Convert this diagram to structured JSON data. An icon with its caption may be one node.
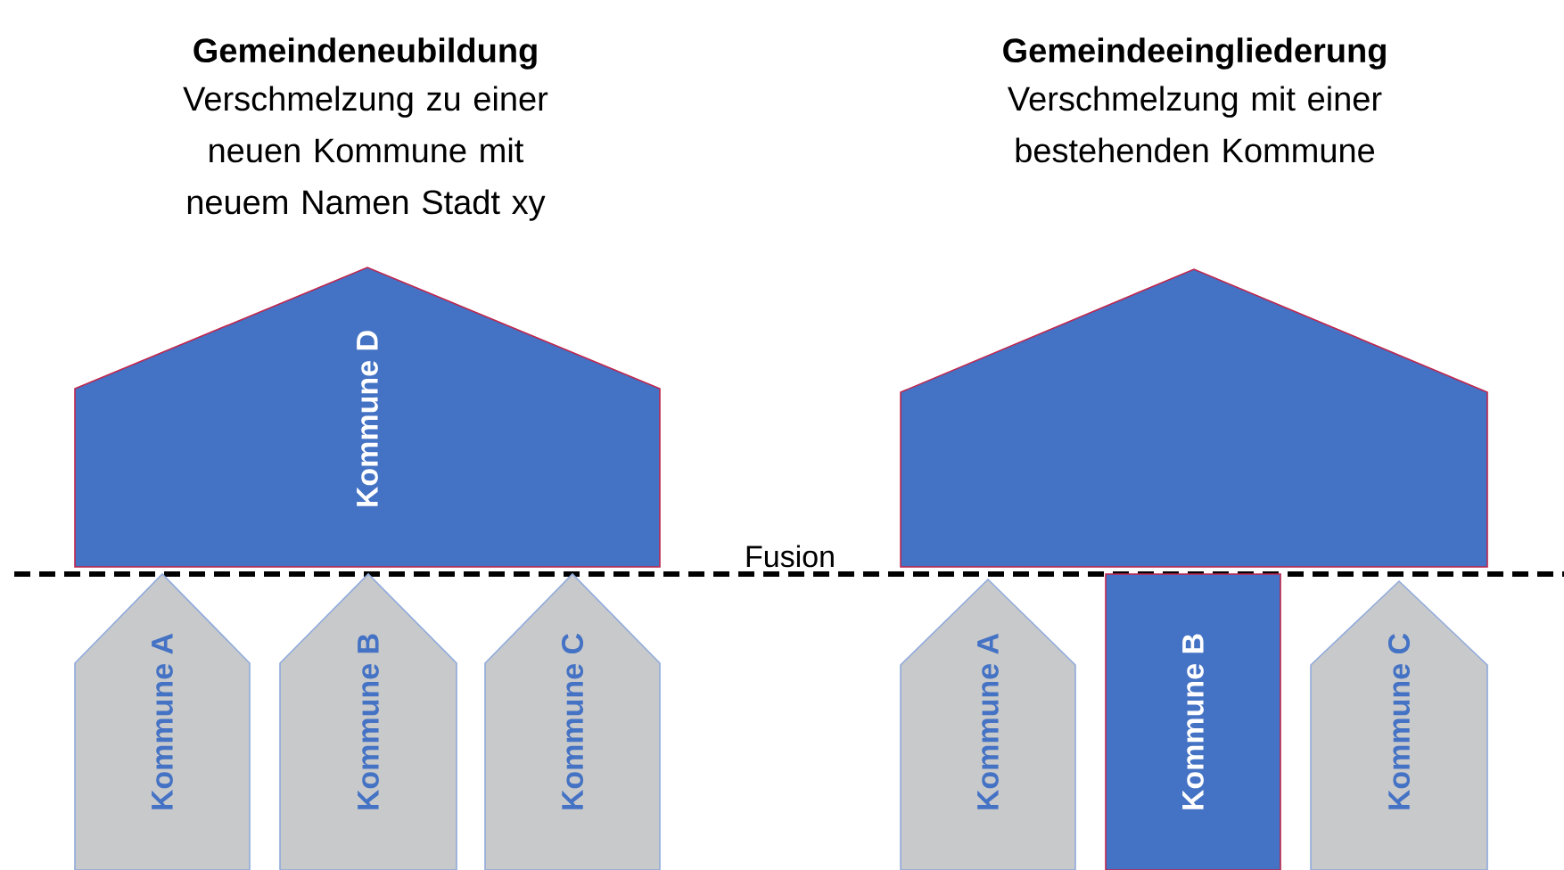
{
  "diagram": {
    "nodes": [
      {
        "text": [
          "Kommune D"
        ]
      },
      {
        "text": [
          "Kommune A"
        ]
      },
      {
        "text": [
          "Kommune B"
        ]
      },
      {
        "text": [
          "Kommune C"
        ]
      },
      {
        "text": [],
        "shape": "pentagon"
      },
      {
        "text": [
          "Kommune A"
        ]
      },
      {
        "text": [
          "Kommune B"
        ]
      },
      {
        "text": [
          "Kommune C"
        ]
      }
    ],
    "labels": [
      "Gemeindeneubildung",
      "Verschmelzung zu einer neuen Kommune mit neuem Namen Stadt xy",
      "Gemeindeeingliederung",
      "Verschmelzung mit einer bestehenden Kommune",
      "Fusion"
    ]
  }
}
